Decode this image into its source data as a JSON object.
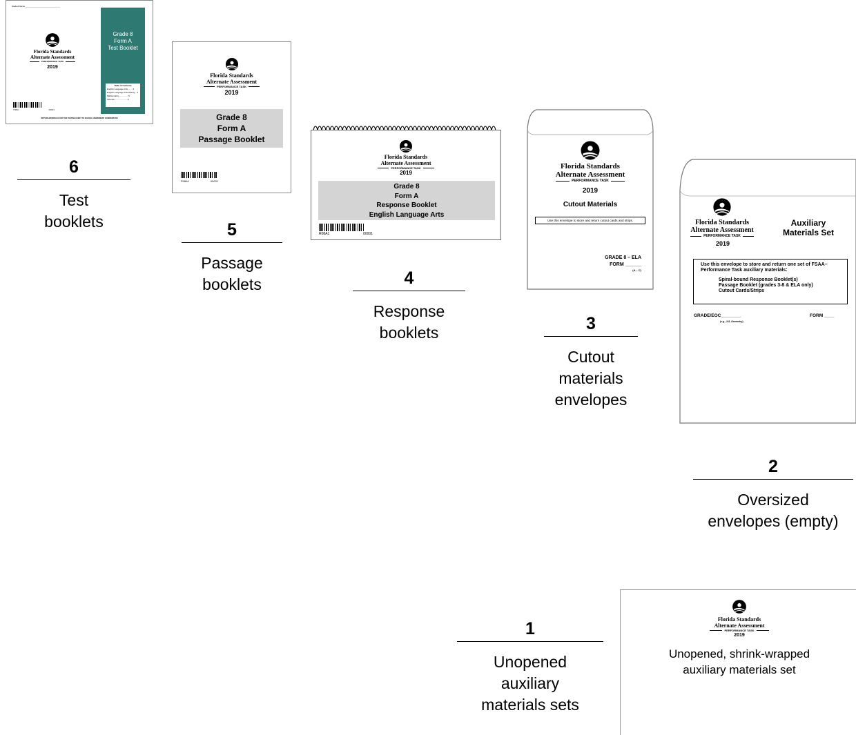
{
  "steps": [
    {
      "number": "6",
      "caption": [
        "Test",
        "booklets"
      ]
    },
    {
      "number": "5",
      "caption": [
        "Passage",
        "booklets"
      ]
    },
    {
      "number": "4",
      "caption": [
        "Response",
        "booklets"
      ]
    },
    {
      "number": "3",
      "caption": [
        "Cutout",
        "materials",
        "envelopes"
      ]
    },
    {
      "number": "2",
      "caption": [
        "Oversized",
        "envelopes (empty)"
      ]
    },
    {
      "number": "1",
      "caption": [
        "Unopened",
        "auxiliary",
        "materials sets"
      ]
    }
  ],
  "common": {
    "org_line1": "Florida Standards",
    "org_line2": "Alternate Assessment",
    "performance_task": "PERFORMANCE TASK",
    "year": "2019"
  },
  "test_booklet": {
    "student_name": "Student Name ______________________________",
    "cover": [
      "Grade 8",
      "Form A",
      "Test Booklet"
    ],
    "toc_title": "Table of Contents",
    "toc_items": [
      "English Language Arts.........3",
      "English Language Arts Writing....4",
      "Mathematics.................5",
      "Science.......................6"
    ],
    "barcode_id": "T08A1",
    "barcode_num": "00001",
    "footer": "RETURN MATERIALS FOR THIS TESTING EVENT TO SCHOOL ASSESSMENT COORDINATOR"
  },
  "passage_booklet": {
    "label": [
      "Grade 8",
      "Form A",
      "Passage Booklet"
    ],
    "barcode_id": "P08A1",
    "barcode_num": "00001"
  },
  "response_booklet": {
    "label": [
      "Grade 8",
      "Form A",
      "Response Booklet",
      "English Language Arts"
    ],
    "barcode_id": "R08A1",
    "barcode_num": "00001"
  },
  "cutout_envelope": {
    "title": "Cutout Materials",
    "instruction": "Use this envelope to store and return cutout cards and strips.",
    "grade_line": "GRADE 8 – ELA",
    "form_line": "FORM ______",
    "form_hint": "(A – C)"
  },
  "oversized_envelope": {
    "title": [
      "Auxiliary",
      "Materials Set"
    ],
    "instruction_head": "Use this envelope to store and return one set of FSAA–Performance Task auxiliary materials:",
    "instruction_items": [
      "Spiral-bound Response Booklet(s)",
      "Passage Booklet (grades 3-8 & ELA only)",
      "Cutout Cards/Strips"
    ],
    "grade_label": "GRADE/EOC________",
    "grade_hint": "(e.g., 3-8, Geometry)",
    "form_label": "FORM ____"
  },
  "shrink_wrapped": {
    "caption": [
      "Unopened, shrink-wrapped",
      "auxiliary materials set"
    ]
  },
  "colors": {
    "teal": "#2e7a72",
    "grey_panel": "#d4d4d4"
  }
}
